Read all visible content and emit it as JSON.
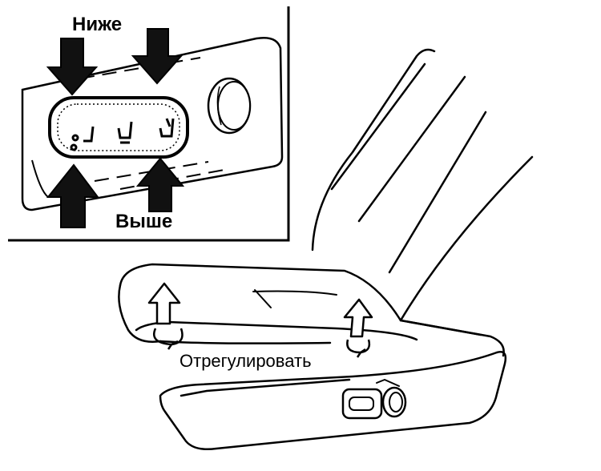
{
  "labels": {
    "lower": "Ниже",
    "higher": "Выше",
    "adjust": "Отрегулировать"
  },
  "colors": {
    "ink": "#000000",
    "paper": "#ffffff",
    "arrow_fill": "#111111"
  }
}
